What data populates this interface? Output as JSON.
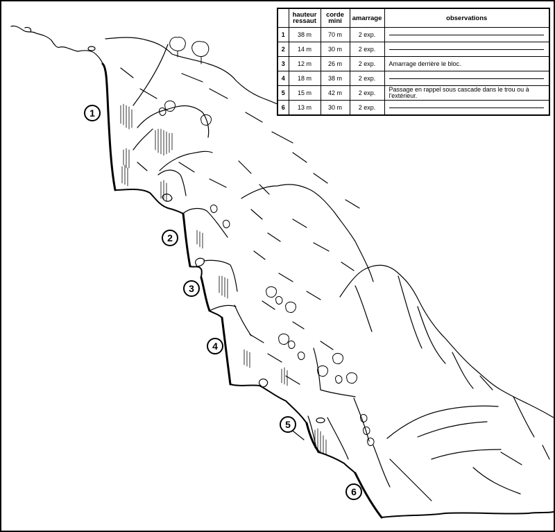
{
  "table": {
    "headers": {
      "index": "",
      "hauteur": "hauteur ressaut",
      "corde": "corde mini",
      "amarrage": "amarrage",
      "observations": "observations"
    },
    "rows": [
      {
        "index": "1",
        "hauteur": "38 m",
        "corde": "70 m",
        "amarrage": "2 exp.",
        "observation": ""
      },
      {
        "index": "2",
        "hauteur": "14 m",
        "corde": "30 m",
        "amarrage": "2 exp.",
        "observation": ""
      },
      {
        "index": "3",
        "hauteur": "12 m",
        "corde": "26 m",
        "amarrage": "2 exp.",
        "observation": "Amarrage derrière le bloc."
      },
      {
        "index": "4",
        "hauteur": "18 m",
        "corde": "38 m",
        "amarrage": "2 exp.",
        "observation": ""
      },
      {
        "index": "5",
        "hauteur": "15 m",
        "corde": "42 m",
        "amarrage": "2 exp.",
        "observation": "Passage en rappel sous cascade dans le trou ou à l'extérieur."
      },
      {
        "index": "6",
        "hauteur": "13 m",
        "corde": "30 m",
        "amarrage": "2 exp.",
        "observation": ""
      }
    ]
  },
  "pitch_labels": [
    "1",
    "2",
    "3",
    "4",
    "5",
    "6"
  ],
  "colors": {
    "ink": "#000000",
    "paper": "#ffffff"
  }
}
